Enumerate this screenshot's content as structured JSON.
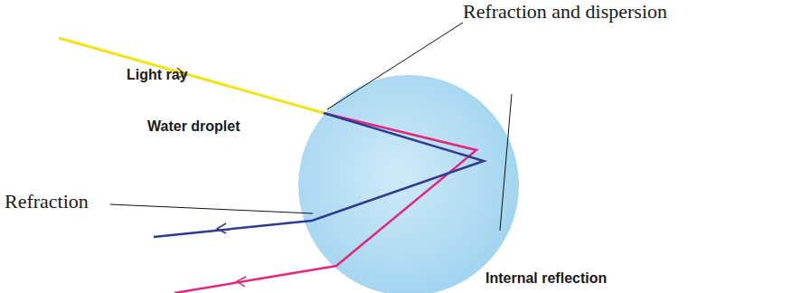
{
  "diagram": {
    "labels": [
      "Light ray",
      "Refraction and dispersion",
      "Water droplet",
      "Refraction",
      "Internal reflection"
    ]
  }
}
